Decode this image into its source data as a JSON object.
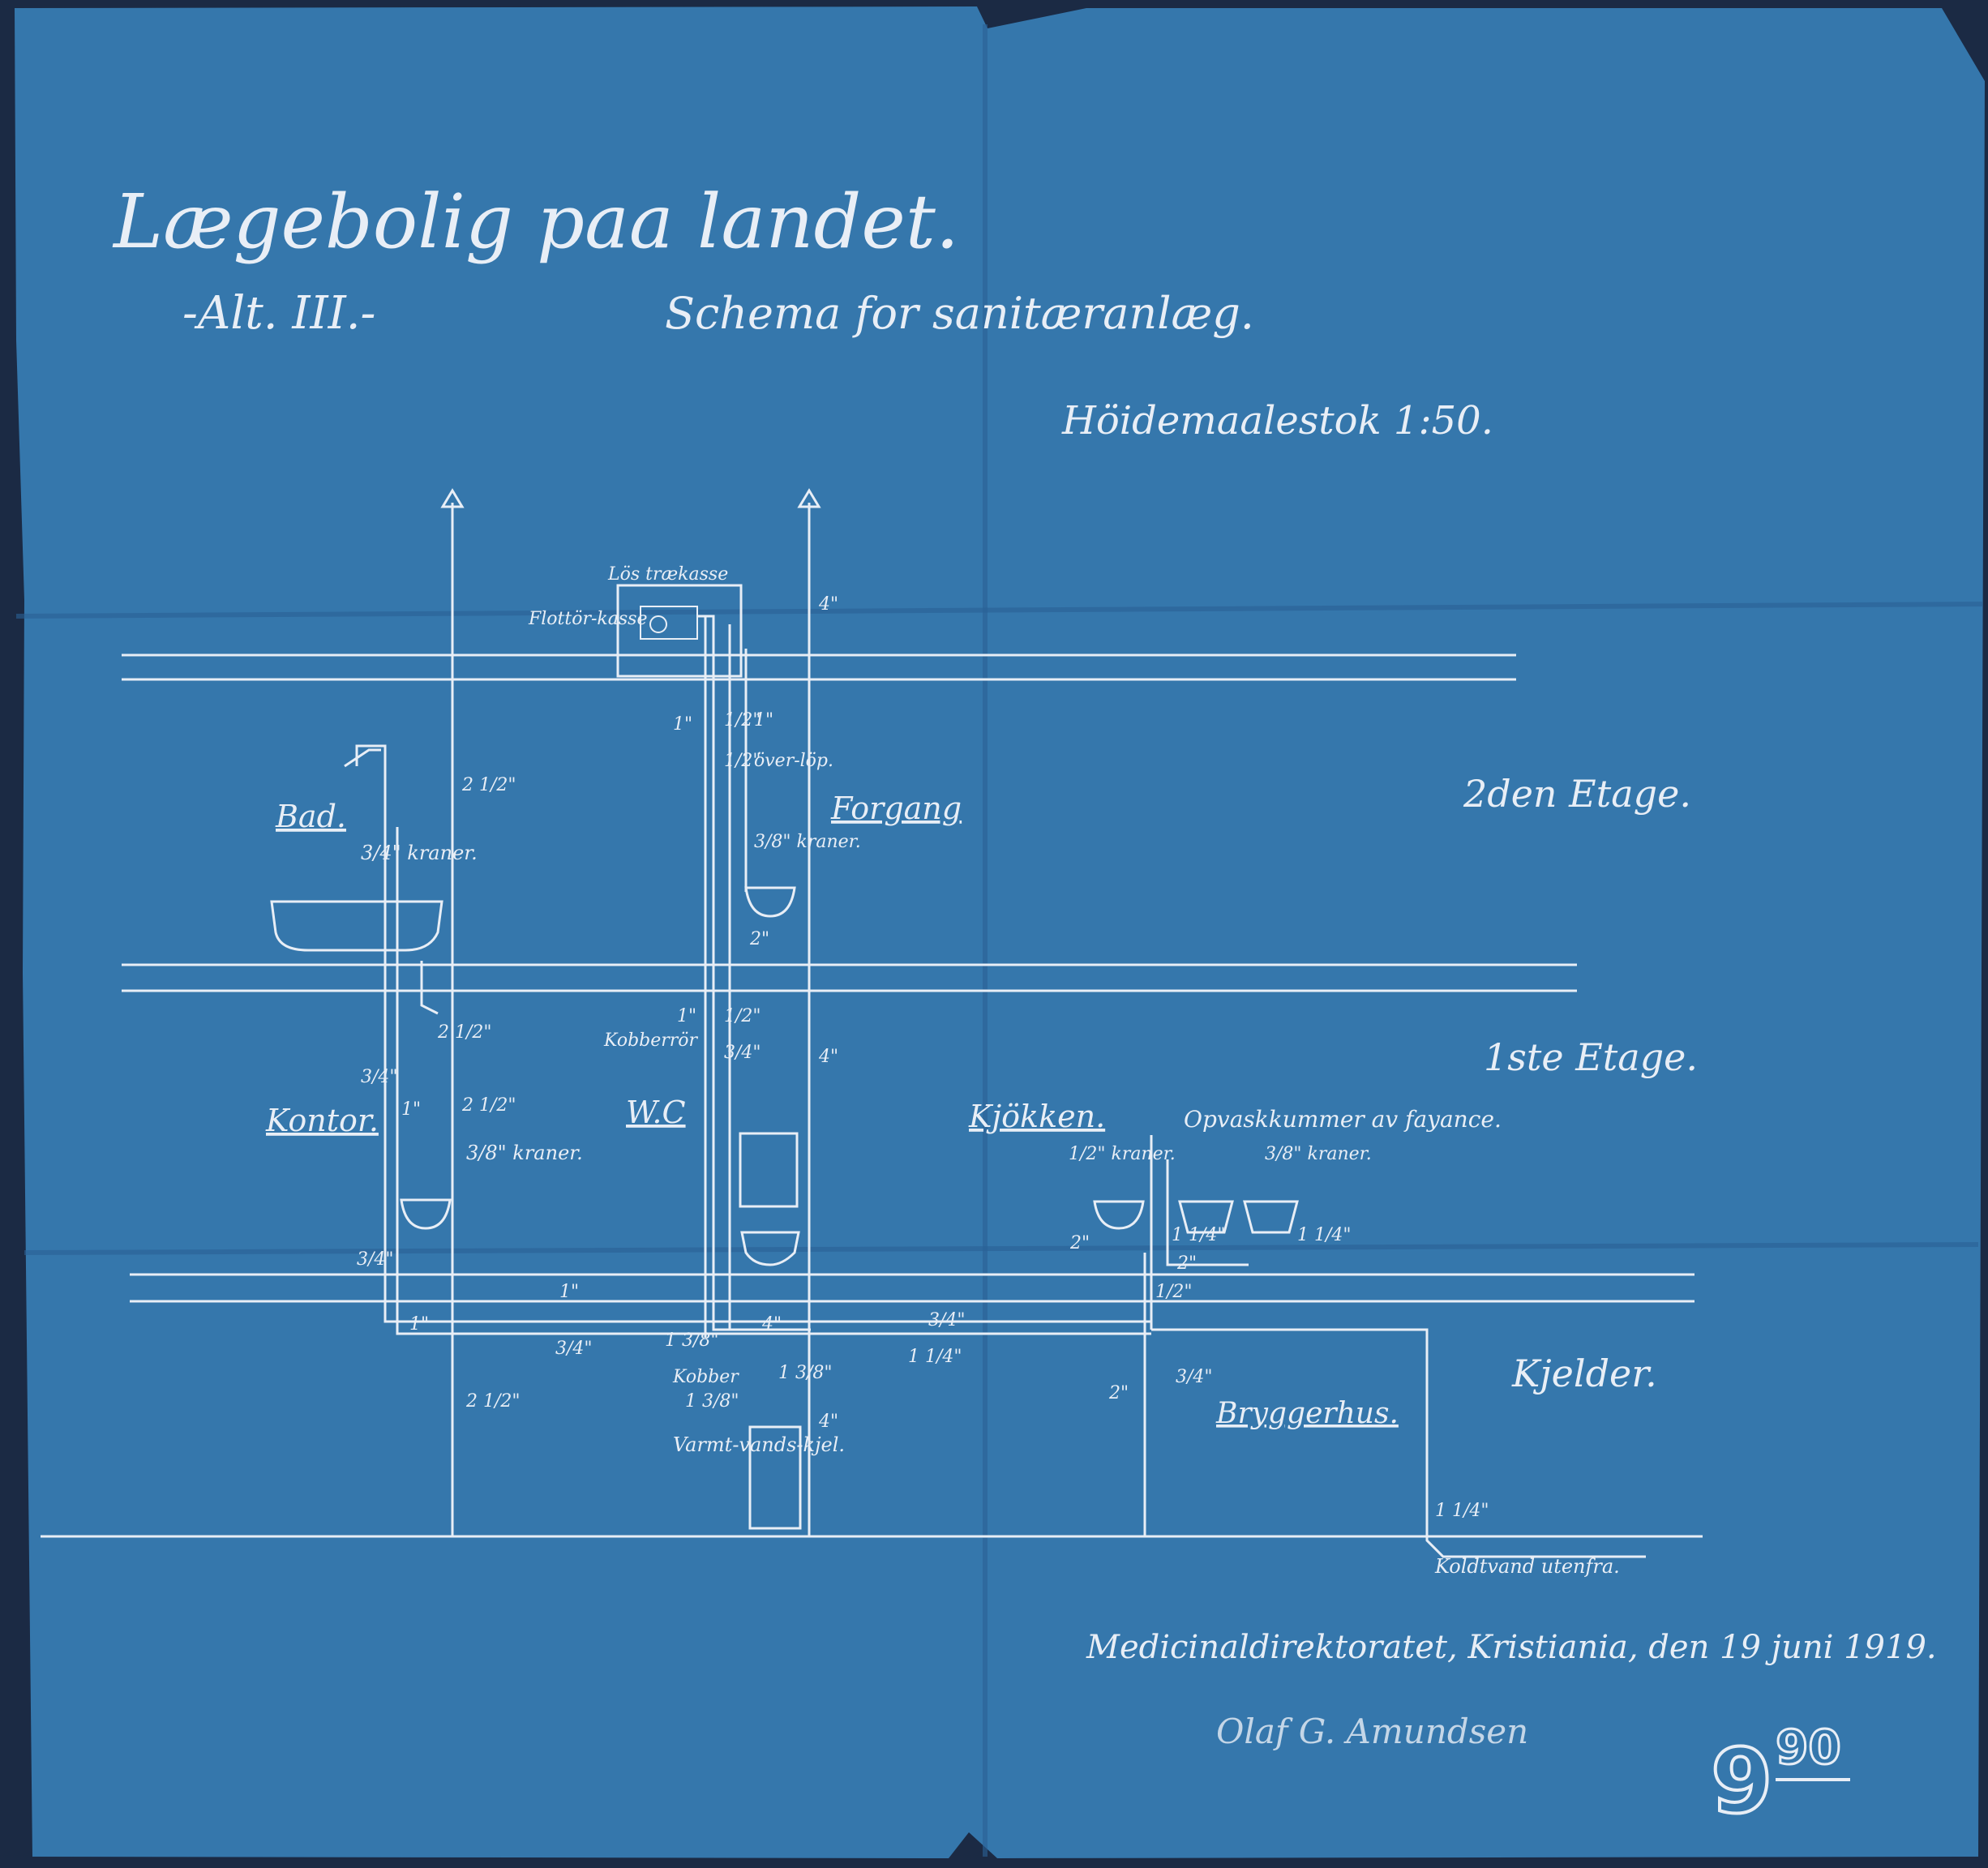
{
  "colors": {
    "paper": "#3577ac",
    "paper_dark": "#2d6a9d",
    "ink": "#e8eef6",
    "background": "#1b2a44"
  },
  "title": "Lægebolig paa landet.",
  "alt": "-Alt. III.-",
  "subtitle": "Schema for sanitæranlæg.",
  "scale": "Höidemaalestok 1:50.",
  "floors": {
    "second": "2den Etage.",
    "first": "1ste Etage.",
    "cellar": "Kjelder."
  },
  "rooms": {
    "bad": "Bad.",
    "forgang": "Forgang",
    "kontor": "Kontor.",
    "wc": "W.C",
    "kjokken": "Kjökken.",
    "bryggerhus": "Bryggerhus."
  },
  "notes": {
    "los_traekasse": "Lös trækasse",
    "flottor_kasse": "Flottör-kasse",
    "overlop": "över-löp.",
    "kobberror": "Kobberrör",
    "kobber": "Kobber",
    "varmtvandskjel": "Varmt-vands-kjel.",
    "opvaskkummer": "Opvaskkummer av fayance.",
    "koldtvand": "Koldtvand utenfra.",
    "kraner_34": "3/4\" kraner.",
    "kraner_38": "3/8\" kraner.",
    "kraner_12": "1/2\" kraner."
  },
  "dims": {
    "d1": "1\"",
    "d2": "1/2\"",
    "d3": "1\"",
    "d4": "1/2\"",
    "d5": "2 1/2\"",
    "d6": "4\"",
    "d7": "2\"",
    "d8": "2 1/2\"",
    "d9": "1\"",
    "d10": "1/2\"",
    "d11": "3/4\"",
    "d12": "4\"",
    "d13": "3/4\"",
    "d14": "1\"",
    "d15": "2 1/2\"",
    "d16": "3/4\"",
    "d17": "1\"",
    "d18": "3/4\"",
    "d19": "4\"",
    "d20": "1 3/8\"",
    "d21": "1 3/8\"",
    "d22": "3/4\"",
    "d23": "1 1/4\"",
    "d24": "2 1/2\"",
    "d25": "4\"",
    "d26": "2\"",
    "d27": "3/4\"",
    "d28": "1 1/4\"",
    "d29": "1/2\"",
    "d30": "2\"",
    "d31": "1 1/4\"",
    "d32": "1 1/4\"",
    "d33": "2\"",
    "d34": "1\"",
    "d35": "1 3/8\""
  },
  "footer": "Medicinaldirektoratet, Kristiania, den 19 juni 1919.",
  "signature": "Olaf G. Amundsen",
  "number_main": "9",
  "number_sup": "90"
}
